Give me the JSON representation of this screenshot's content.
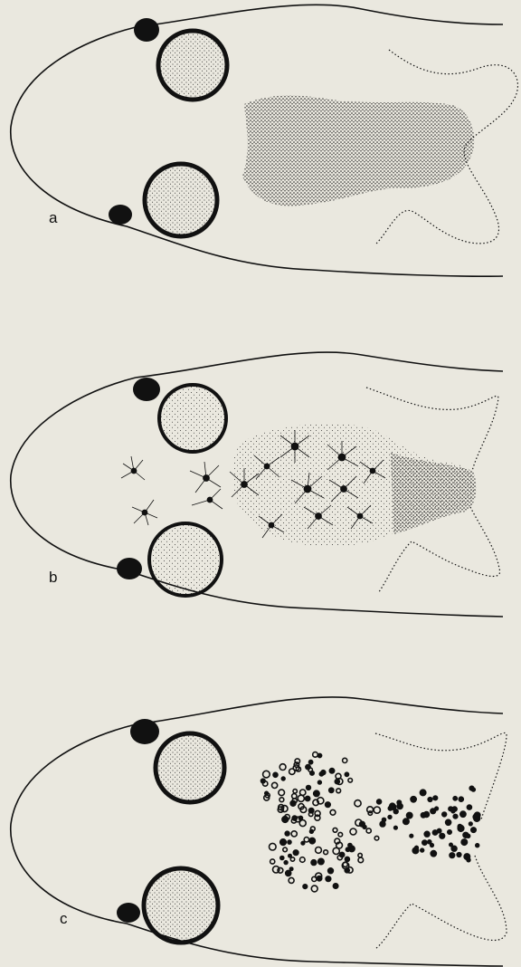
{
  "figure": {
    "background": "#eae8df",
    "ink": "#111111",
    "panels": [
      {
        "label": "a",
        "pigment_pattern": "fine-punctate"
      },
      {
        "label": "b",
        "pigment_pattern": "stellate-melanophores"
      },
      {
        "label": "c",
        "pigment_pattern": "ring-and-dot-spots"
      }
    ]
  }
}
